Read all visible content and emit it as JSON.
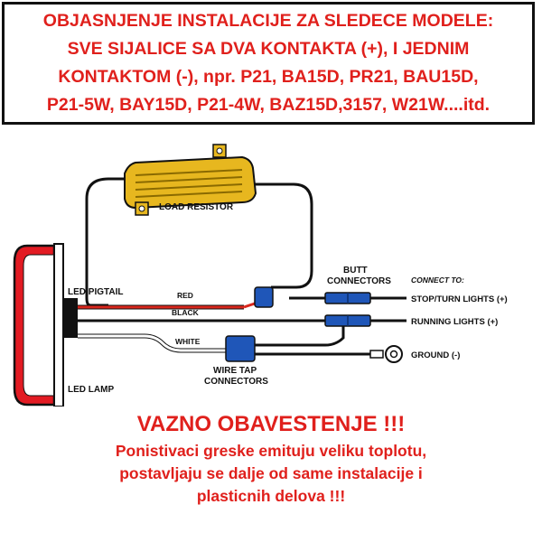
{
  "header": {
    "lines": [
      "OBJASNJENJE INSTALACIJE ZA SLEDECE MODELE:",
      "SVE SIJALICE SA DVA KONTAKTA (+), I JEDNIM",
      "KONTAKTOM (-), npr. P21, BA15D, PR21, BAU15D,",
      "P21-5W, BAY15D, P21-4W, BAZ15D,3157, W21W....itd."
    ]
  },
  "diagram": {
    "load_resistor": "LOAD RESISTOR",
    "led_pigtail": "LED PIGTAIL",
    "led_lamp": "LED LAMP",
    "wire_red": "RED",
    "wire_black": "BLACK",
    "wire_white": "WHITE",
    "butt_connectors": [
      "BUTT",
      "CONNECTORS"
    ],
    "wire_tap_connectors": [
      "WIRE TAP",
      "CONNECTORS"
    ],
    "connect_to": "CONNECT TO:",
    "stop_turn": "STOP/TURN LIGHTS (+)",
    "running": "RUNNING LIGHTS (+)",
    "ground": "GROUND (-)",
    "colors": {
      "red_wire": "#d9261c",
      "lamp_red": "#e21b23",
      "connector_blue": "#1f56b8",
      "resistor_gold": "#e7b71f"
    }
  },
  "notice": {
    "title": "VAZNO OBAVESTENJE !!!",
    "lines": [
      "Ponistivaci greske emituju veliku toplotu,",
      "postavljaju se dalje od same instalacije i",
      "plasticnih delova !!!"
    ]
  }
}
